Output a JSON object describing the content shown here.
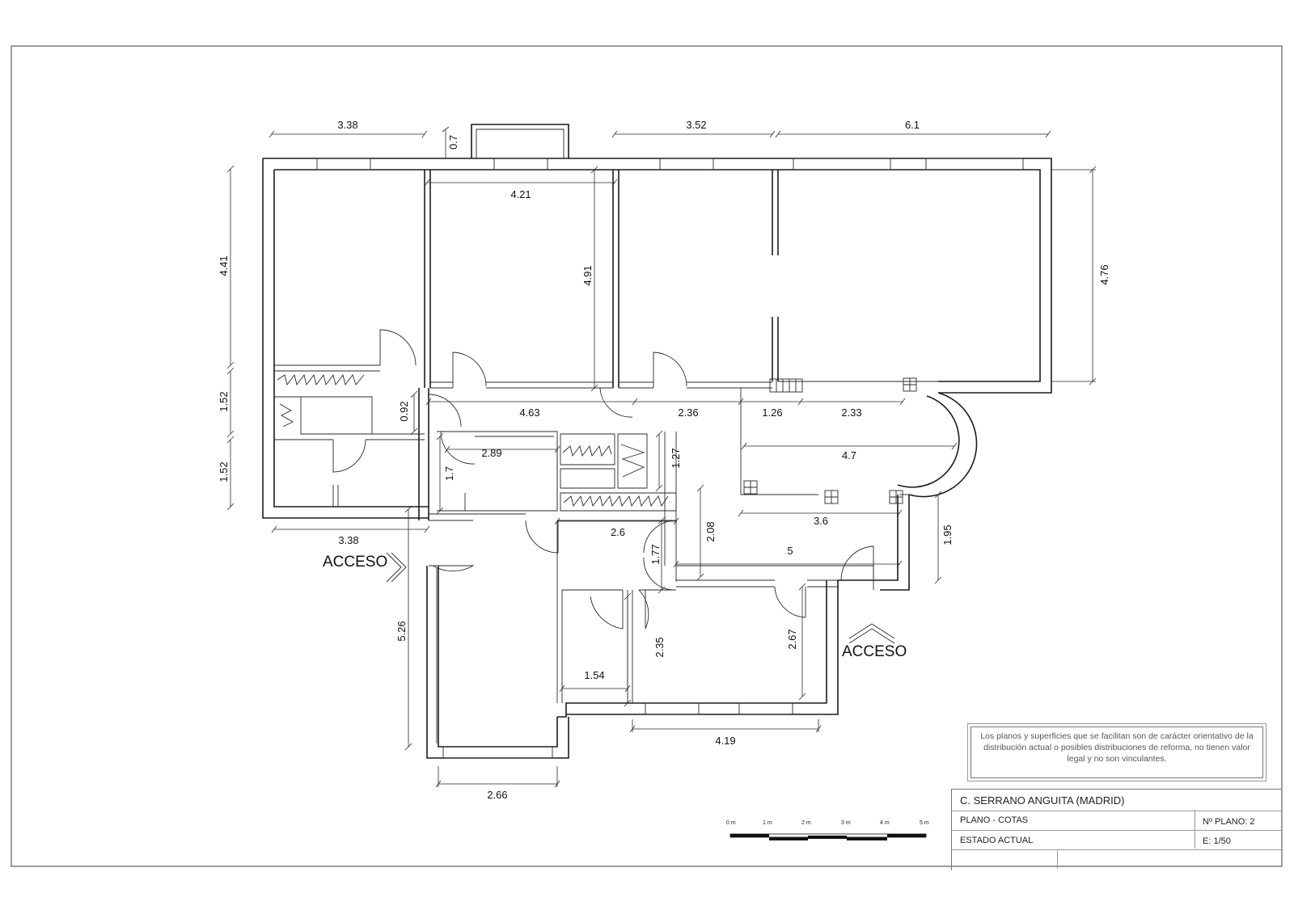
{
  "plan": {
    "dimensions": {
      "top_left": "3.38",
      "top_balcony": "0.7",
      "top_middle": "3.52",
      "top_right": "6.1",
      "room2_width": "4.21",
      "room2_height": "4.91",
      "left_top": "4.41",
      "left_mid": "1.52",
      "left_bottom": "1.52",
      "right_height": "4.76",
      "corridor_a": "0.92",
      "corridor_b": "4.63",
      "corridor_c": "2.36",
      "corridor_d": "1.26",
      "corridor_e": "2.33",
      "kitchen_w": "2.89",
      "kitchen_h": "1.7",
      "closet_h": "1.27",
      "hall_w": "4.7",
      "hall_h": "2.08",
      "hall_b": "3.6",
      "right_small": "1.95",
      "bottom_left": "3.38",
      "mid_corridor": "2.6",
      "mid_corridor_h": "1.77",
      "long_corridor": "5",
      "west_height": "5.26",
      "bath_h": "2.35",
      "bath_w": "1.54",
      "room_h": "2.67",
      "room_w": "4.19",
      "terrace_w": "2.66"
    },
    "access_label_left": "ACCESO",
    "access_label_right": "ACCESO"
  },
  "disclaimer": "Los planos y superficies que se facilitan son de carácter orientativo de la distribución actual o posibles distribuciones de reforma, no tienen valor legal y no son vinculantes.",
  "title_block": {
    "address": "C. SERRANO ANGUITA   (MADRID)",
    "plan_type": "PLANO   -  COTAS",
    "plan_number": "Nº PLANO:  2",
    "state": "ESTADO  ACTUAL",
    "scale": "E: 1/50"
  },
  "scale_bar": {
    "ticks": [
      "0 m",
      "1 m",
      "2 m",
      "3 m",
      "4 m",
      "5 m"
    ]
  }
}
